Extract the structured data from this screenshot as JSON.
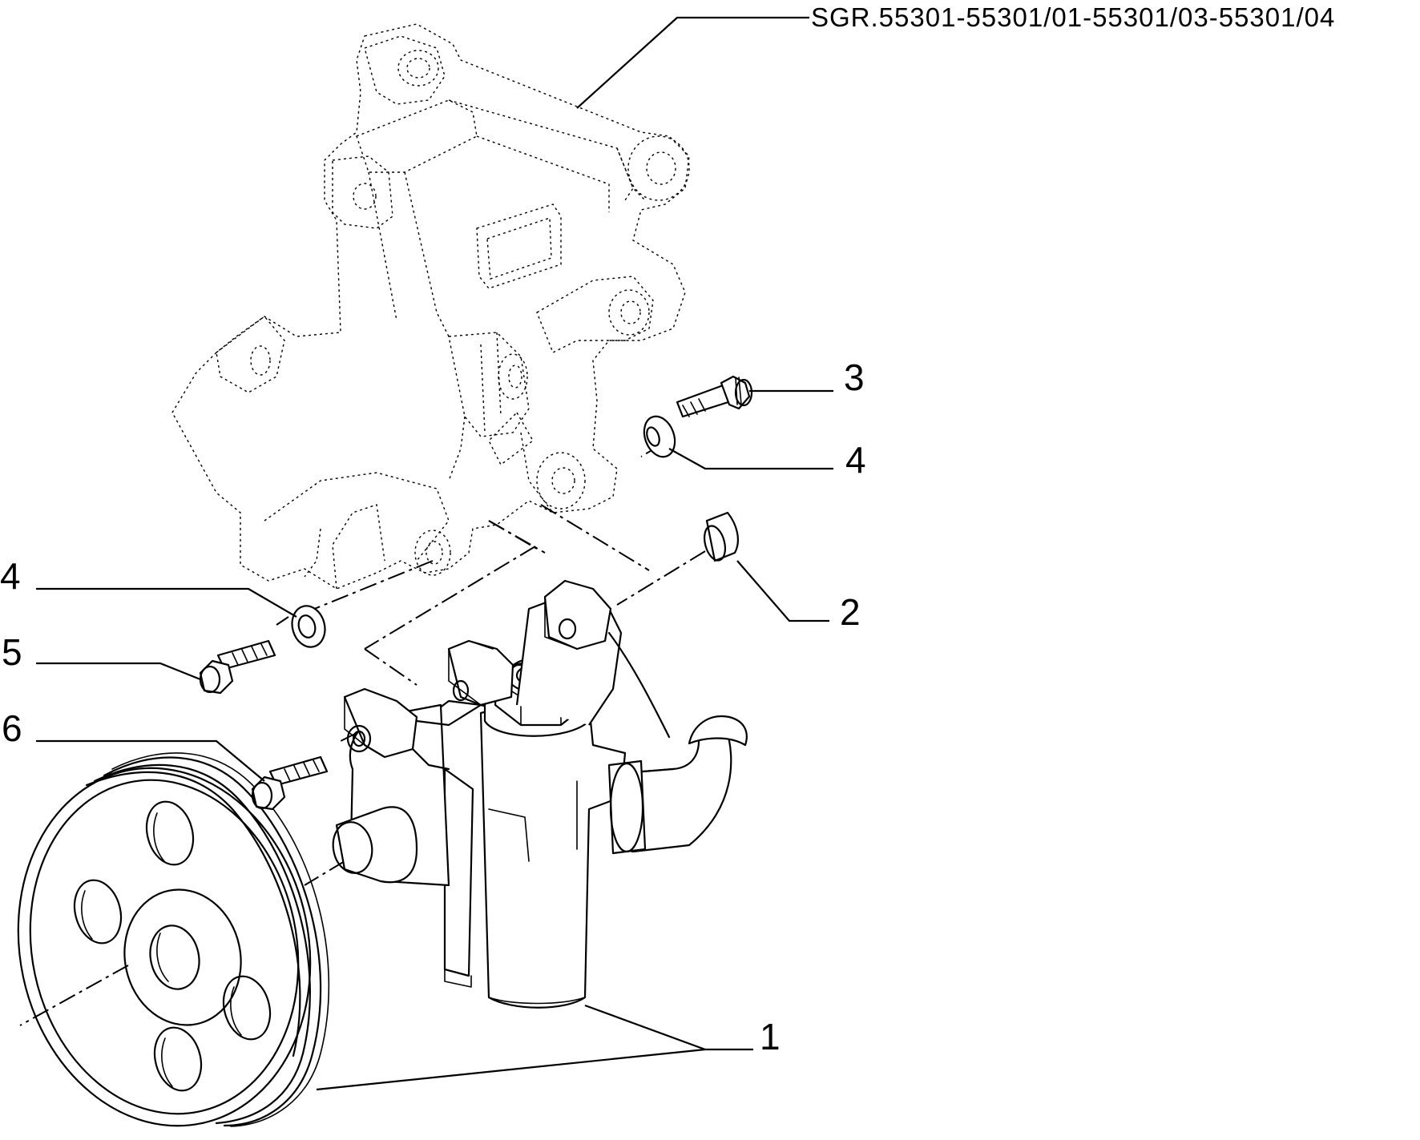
{
  "diagram": {
    "header_reference": "SGR.55301-55301/01-55301/03-55301/04",
    "callouts": [
      {
        "id": "c1",
        "label": "1"
      },
      {
        "id": "c2",
        "label": "2"
      },
      {
        "id": "c3",
        "label": "3"
      },
      {
        "id": "c4a",
        "label": "4"
      },
      {
        "id": "c4b",
        "label": "4"
      },
      {
        "id": "c5",
        "label": "5"
      },
      {
        "id": "c6",
        "label": "6"
      }
    ]
  }
}
